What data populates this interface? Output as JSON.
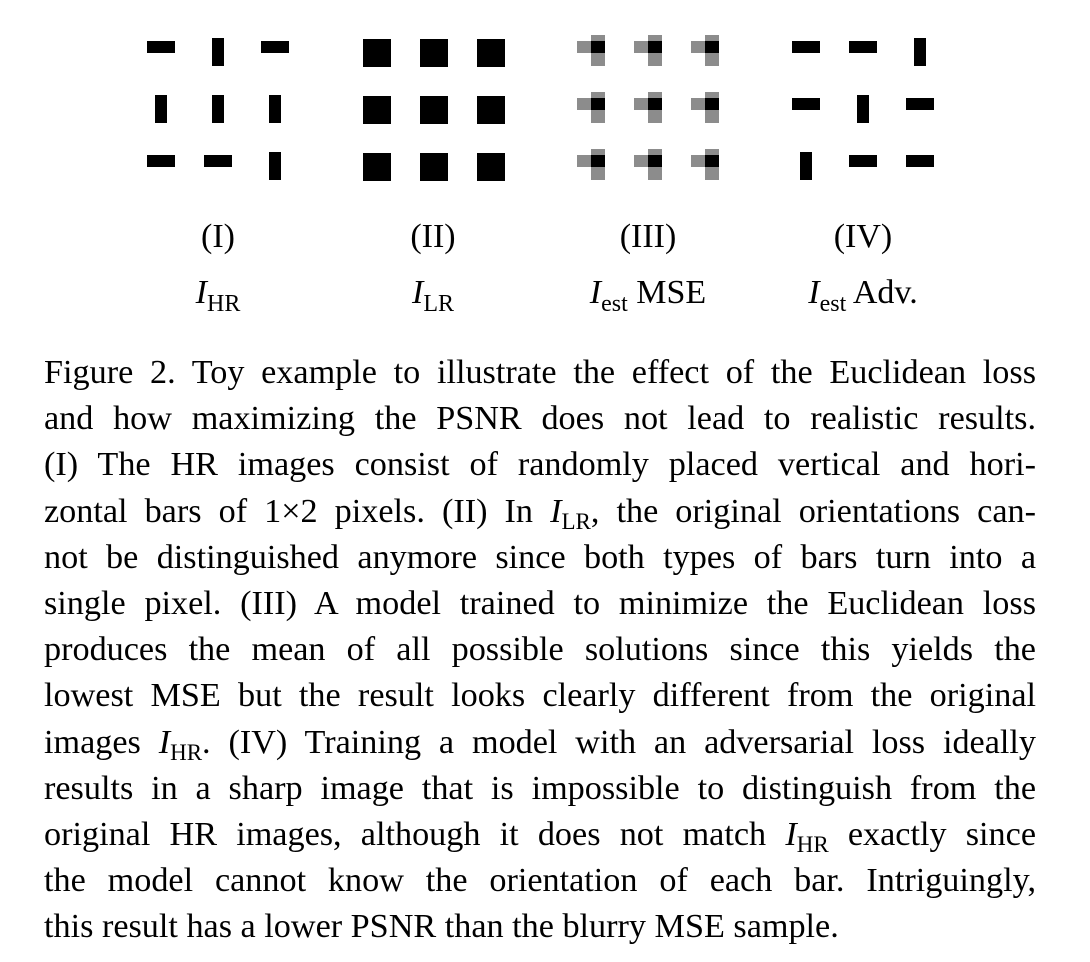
{
  "figure": {
    "panels": [
      {
        "id": "I",
        "number": "(I)",
        "symbol": "I",
        "subscript": "HR",
        "suffix": "",
        "grid": [
          [
            "h",
            "v",
            "h"
          ],
          [
            "v",
            "v",
            "v"
          ],
          [
            "h",
            "h",
            "v"
          ]
        ]
      },
      {
        "id": "II",
        "number": "(II)",
        "symbol": "I",
        "subscript": "LR",
        "suffix": "",
        "grid": [
          [
            "s",
            "s",
            "s"
          ],
          [
            "s",
            "s",
            "s"
          ],
          [
            "s",
            "s",
            "s"
          ]
        ]
      },
      {
        "id": "III",
        "number": "(III)",
        "symbol": "I",
        "subscript": "est",
        "suffix": "MSE",
        "grid": [
          [
            "m",
            "m",
            "m"
          ],
          [
            "m",
            "m",
            "m"
          ],
          [
            "m",
            "m",
            "m"
          ]
        ]
      },
      {
        "id": "IV",
        "number": "(IV)",
        "symbol": "I",
        "subscript": "est",
        "suffix": "Adv.",
        "grid": [
          [
            "h",
            "h",
            "v"
          ],
          [
            "h",
            "v",
            "h"
          ],
          [
            "v",
            "h",
            "h"
          ]
        ]
      }
    ],
    "grid_legend": {
      "h": "horizontal bar",
      "v": "vertical bar",
      "s": "single pixel",
      "m": "blurred mean"
    },
    "colors": {
      "black": "#000000",
      "gray": "#8c8c8c"
    }
  },
  "caption": {
    "lines": [
      [
        {
          "t": "Figure 2. Toy example to illustrate the effect of the Euclidean loss"
        }
      ],
      [
        {
          "t": "and how maximizing the PSNR does not lead to realistic results."
        }
      ],
      [
        {
          "t": "(I) The HR images consist of randomly placed vertical and hori-"
        }
      ],
      [
        {
          "t": "zontal bars of 1×2 pixels. (II) In "
        },
        {
          "i": "I",
          "sub": "LR"
        },
        {
          "t": ", the original orientations can-"
        }
      ],
      [
        {
          "t": "not be distinguished anymore since both types of bars turn into a"
        }
      ],
      [
        {
          "t": "single pixel. (III) A model trained to minimize the Euclidean loss"
        }
      ],
      [
        {
          "t": "produces the mean of all possible solutions since this yields the"
        }
      ],
      [
        {
          "t": "lowest MSE but the result looks clearly different from the original"
        }
      ],
      [
        {
          "t": "images "
        },
        {
          "i": "I",
          "sub": "HR"
        },
        {
          "t": ". (IV) Training a model with an adversarial loss ideally"
        }
      ],
      [
        {
          "t": "results in a sharp image that is impossible to distinguish from the"
        }
      ],
      [
        {
          "t": "original HR images, although it does not match "
        },
        {
          "i": "I",
          "sub": "HR"
        },
        {
          "t": " exactly since"
        }
      ],
      [
        {
          "t": "the model cannot know the orientation of each bar.  Intriguingly,"
        }
      ],
      [
        {
          "t": "this result has a lower PSNR than the blurry MSE sample."
        }
      ]
    ]
  }
}
